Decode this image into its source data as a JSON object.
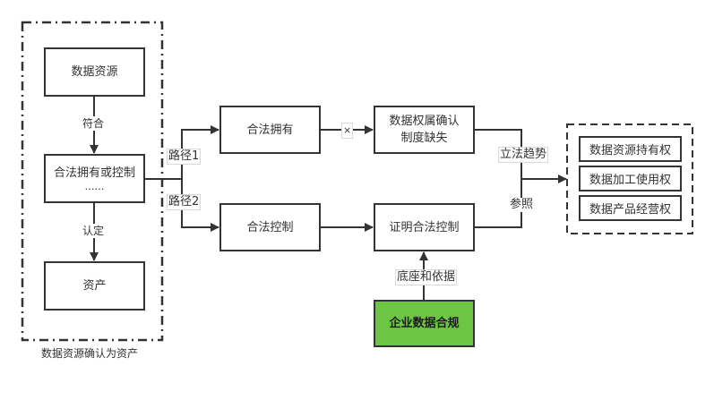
{
  "diagram": {
    "title": "数据资源确认为资产",
    "left_group": {
      "caption": "数据资源确认为资产",
      "nodes": {
        "data_resource": "数据资源",
        "legal_own_control": "合法拥有或控制",
        "legal_own_control_more": "……",
        "asset": "资产"
      },
      "edges": {
        "conform": "符合",
        "recognize": "认定"
      }
    },
    "paths": {
      "path1": "路径1",
      "path2": "路径2"
    },
    "middle": {
      "legal_own": "合法拥有",
      "legal_control": "合法控制",
      "cross_mark": "×",
      "missing_line1": "数据权属确认",
      "missing_line2": "制度缺失",
      "prove_control": "证明合法控制",
      "basis": "底座和依据",
      "compliance": "企业数据合规"
    },
    "merge": {
      "trend": "立法趋势",
      "reference": "参照"
    },
    "rights_group": {
      "items": [
        "数据资源持有权",
        "数据加工使用权",
        "数据产品经营权"
      ]
    },
    "colors": {
      "line": "#333333",
      "compliance_fill": "#6cc644"
    }
  }
}
